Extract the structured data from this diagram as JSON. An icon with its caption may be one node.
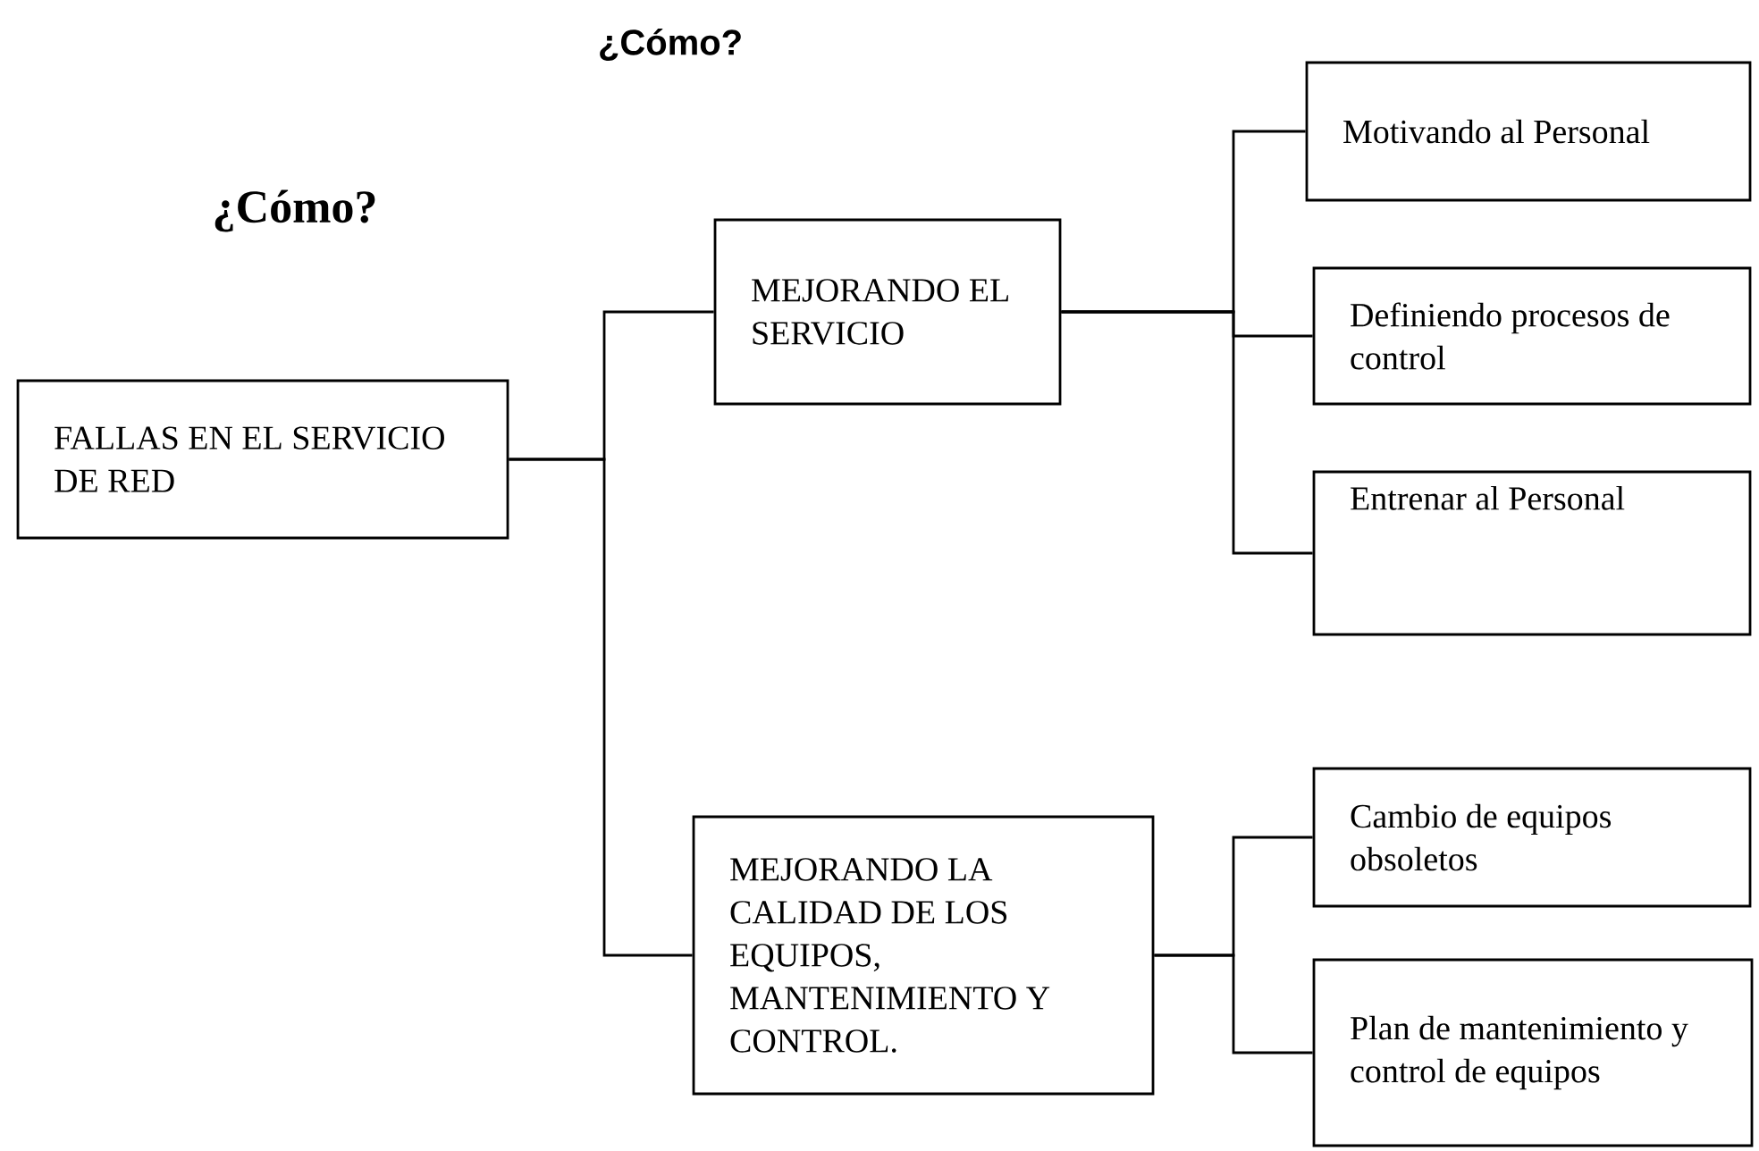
{
  "diagram": {
    "nodes": [
      {
        "text": [
          "FALLAS EN EL SERVICIO DE RED"
        ]
      },
      {
        "text": [
          "MEJORANDO EL SERVICIO"
        ]
      },
      {
        "text": [
          "MEJORANDO LA CALIDAD DE LOS EQUIPOS, MANTENIMIENTO Y CONTROL."
        ]
      },
      {
        "text": [
          "Motivando al Personal"
        ]
      },
      {
        "text": [
          "Definiendo procesos de control"
        ]
      },
      {
        "text": [
          "Entrenar al Personal"
        ]
      },
      {
        "text": [
          "Cambio de equipos obsoletos"
        ]
      },
      {
        "text": [
          "Plan de mantenimiento y control de equipos"
        ]
      }
    ],
    "edges": [
      {
        "from": 0,
        "to": 1,
        "arrow": "none"
      },
      {
        "from": 0,
        "to": 2,
        "arrow": "none"
      },
      {
        "from": 1,
        "to": 3,
        "arrow": "none"
      },
      {
        "from": 1,
        "to": 4,
        "arrow": "none"
      },
      {
        "from": 1,
        "to": 5,
        "arrow": "none"
      },
      {
        "from": 2,
        "to": 6,
        "arrow": "none"
      },
      {
        "from": 2,
        "to": 7,
        "arrow": "none"
      }
    ],
    "labels": [
      "¿Cómo?",
      "¿Cómo?"
    ]
  }
}
